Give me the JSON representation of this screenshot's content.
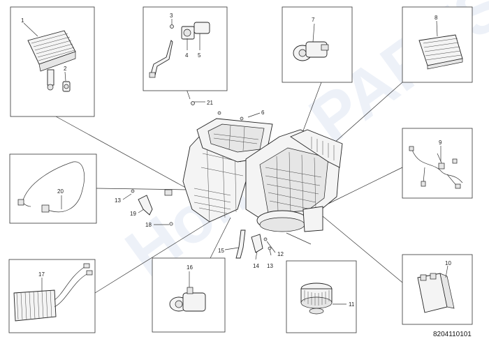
{
  "watermark": "Honda PARTS",
  "diagram_code": "8204110101",
  "callouts": {
    "c1": "1",
    "c2": "2",
    "c3": "3",
    "c4": "4",
    "c5": "5",
    "c6": "6",
    "c7": "7",
    "c8": "8",
    "c9": "9",
    "c10": "10",
    "c11": "11",
    "c12": "12",
    "c13a": "13",
    "c13b": "13",
    "c14": "14",
    "c15": "15",
    "c16": "16",
    "c17": "17",
    "c18": "18",
    "c19": "19",
    "c20": "20",
    "c21": "21"
  }
}
